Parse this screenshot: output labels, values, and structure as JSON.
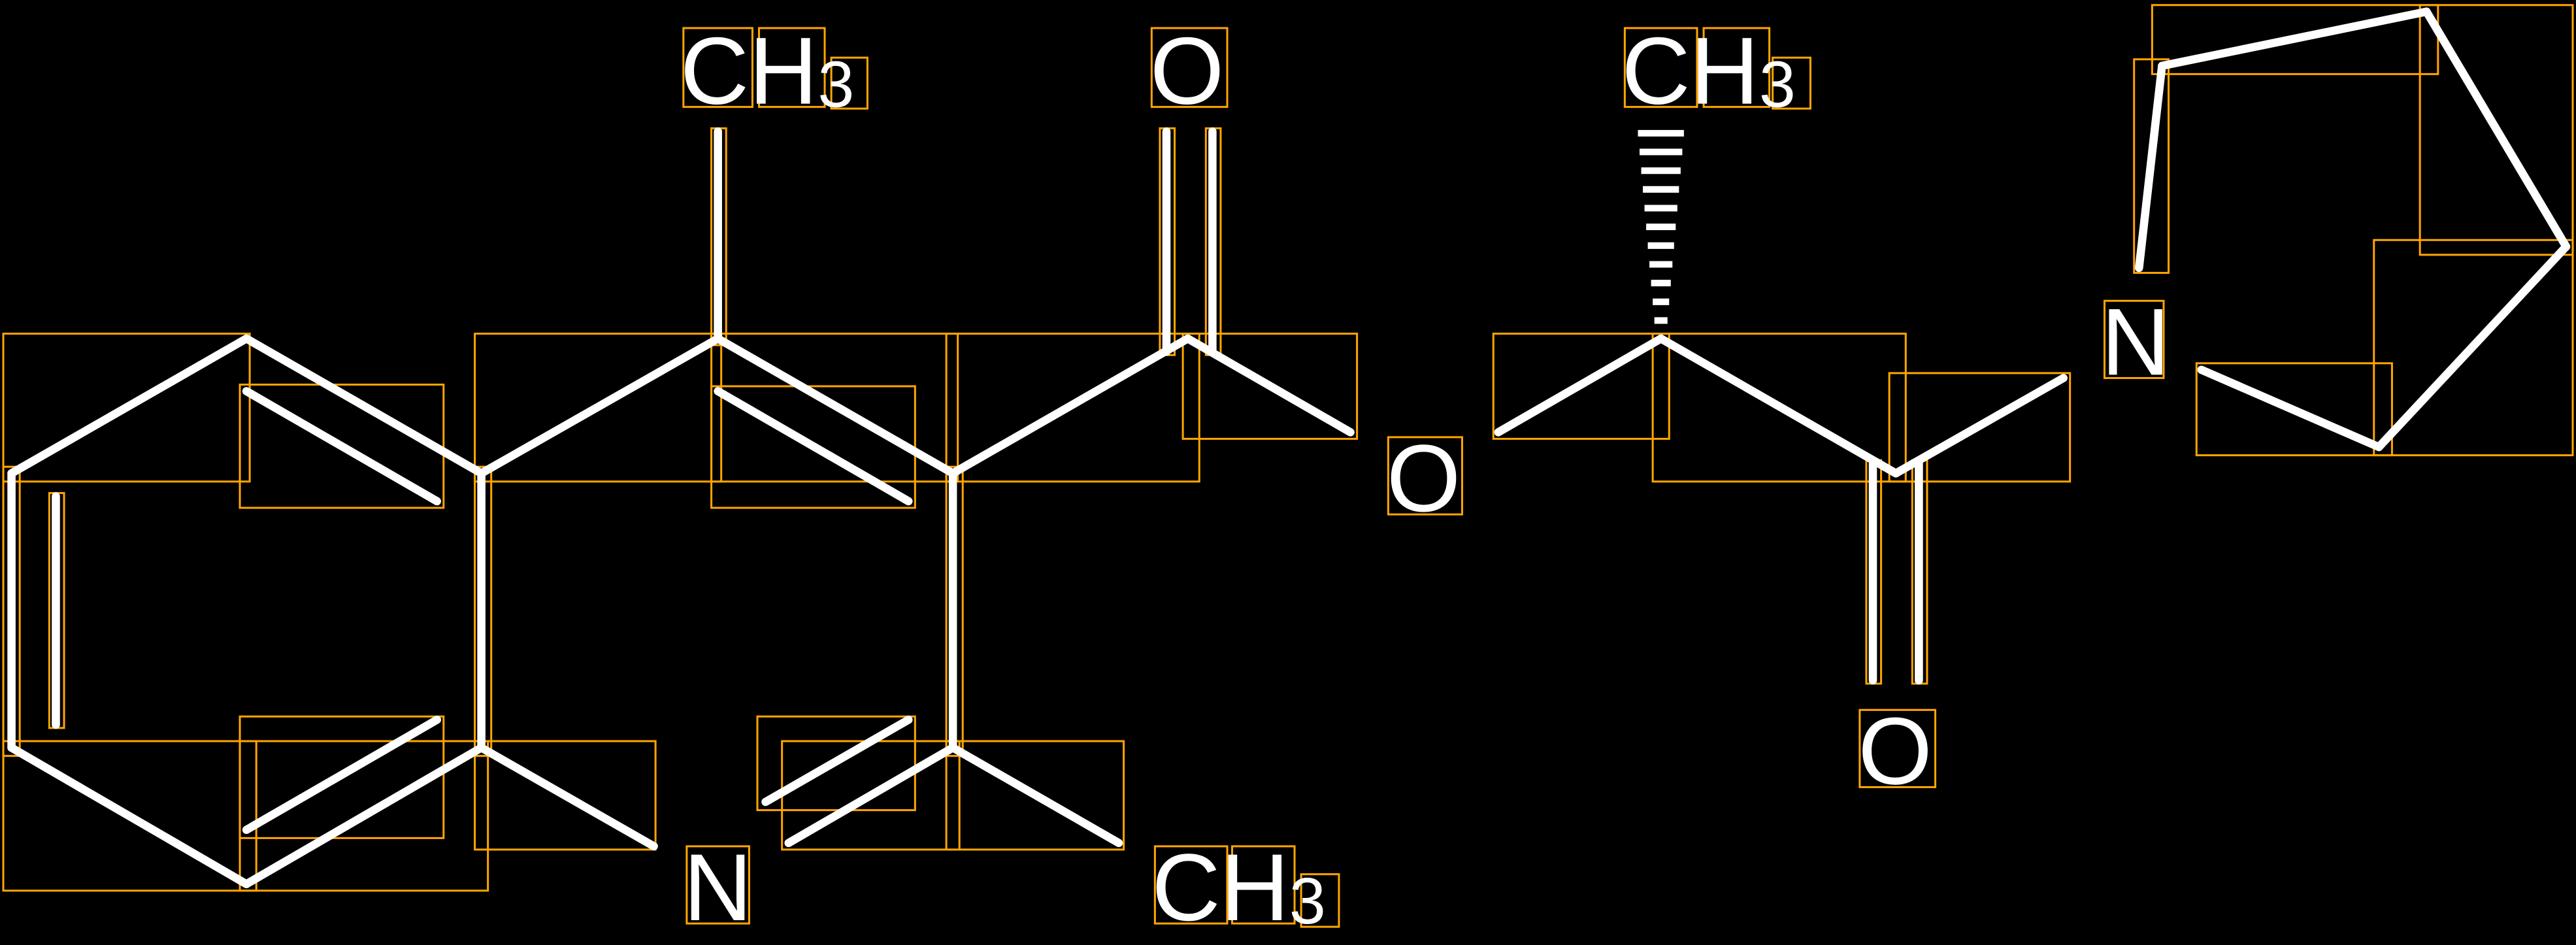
{
  "diagram": {
    "type": "chemical-structure",
    "colors": {
      "background": "#000000",
      "bonds": "#ffffff",
      "annotation_boxes": "#ffa500"
    },
    "atoms": {
      "methyl_top_left": {
        "main": "CH",
        "sub": "3"
      },
      "carbonyl_o_top": {
        "main": "O"
      },
      "methyl_top_right": {
        "main": "CH",
        "sub": "3"
      },
      "ester_o": {
        "main": "O"
      },
      "ring_n": {
        "main": "N"
      },
      "methyl_bottom": {
        "main": "CH",
        "sub": "3"
      },
      "amide_o": {
        "main": "O"
      },
      "pyrrolidine_n": {
        "main": "N"
      }
    }
  }
}
